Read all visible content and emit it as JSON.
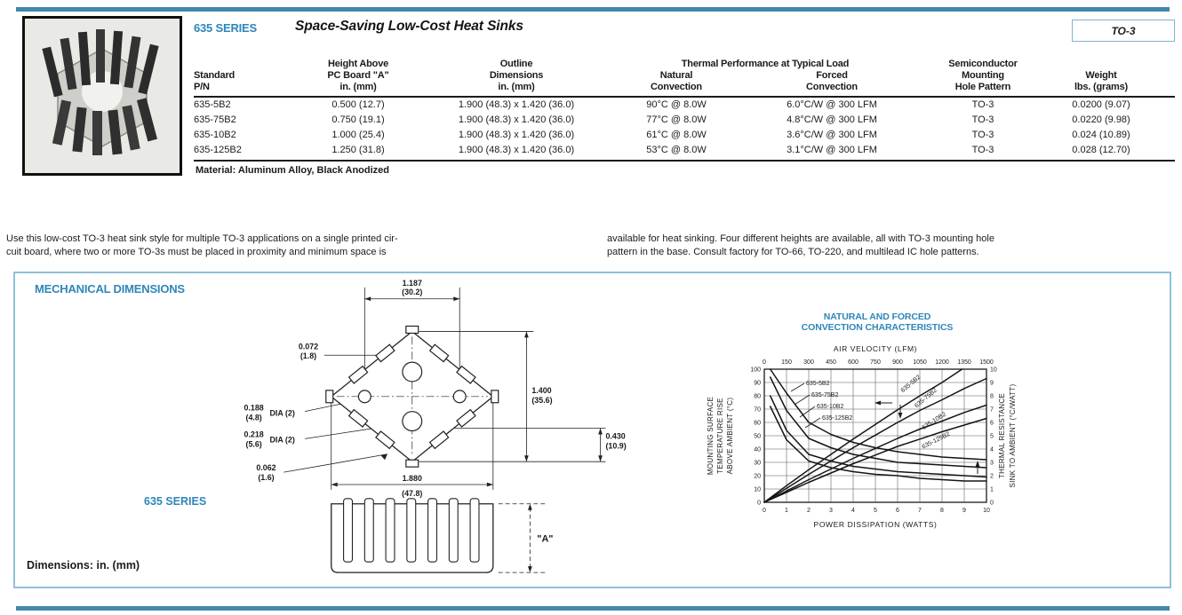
{
  "colors": {
    "accent_blue": "#2e86b8",
    "rule_bar": "#4287ac",
    "box_border": "#8fc0da",
    "text": "#1b1b1e"
  },
  "header": {
    "series": "635 SERIES",
    "title": "Space-Saving Low-Cost Heat Sinks",
    "badge": "TO-3"
  },
  "photo": {
    "label": "heat-sink-product-photo"
  },
  "table": {
    "headers": {
      "pn": "Standard\nP/N",
      "height": "Height Above\nPC Board \"A\"\nin. (mm)",
      "outline": "Outline\nDimensions\nin. (mm)",
      "thermal_group": "Thermal Performance at Typical Load",
      "natural": "Natural\nConvection",
      "forced": "Forced\nConvection",
      "mounting": "Semiconductor\nMounting\nHole Pattern",
      "weight": "Weight\nlbs. (grams)"
    },
    "rows": [
      [
        "635-5B2",
        "0.500 (12.7)",
        "1.900 (48.3) x 1.420 (36.0)",
        "90°C @ 8.0W",
        "6.0°C/W @ 300 LFM",
        "TO-3",
        "0.0200 (9.07)"
      ],
      [
        "635-75B2",
        "0.750 (19.1)",
        "1.900 (48.3) x 1.420 (36.0)",
        "77°C @ 8.0W",
        "4.8°C/W @ 300 LFM",
        "TO-3",
        "0.0220 (9.98)"
      ],
      [
        "635-10B2",
        "1.000 (25.4)",
        "1.900 (48.3) x 1.420 (36.0)",
        "61°C @ 8.0W",
        "3.6°C/W @ 300 LFM",
        "TO-3",
        "0.024 (10.89)"
      ],
      [
        "635-125B2",
        "1.250 (31.8)",
        "1.900 (48.3) x 1.420 (36.0)",
        "53°C @ 8.0W",
        "3.1°C/W @ 300 LFM",
        "TO-3",
        "0.028 (12.70)"
      ]
    ],
    "material_note": "Material: Aluminum Alloy, Black Anodized"
  },
  "description": {
    "col1": "Use this low-cost TO-3 heat sink style for multiple TO-3 applications on a single printed cir-\ncuit board, where two or more TO-3s must be placed in proximity and minimum space is",
    "col2": "available for heat sinking. Four different heights are available, all with TO-3 mounting hole\npattern in the base. Consult factory for TO-66, TO-220, and multilead IC hole patterns."
  },
  "mech": {
    "section_title": "MECHANICAL DIMENSIONS",
    "series_label": "635 SERIES",
    "dims_note": "Dimensions: in. (mm)",
    "a_label": "\"A\"",
    "dims": {
      "d1187": {
        "in": "1.187",
        "mm": "(30.2)"
      },
      "d0072": {
        "in": "0.072",
        "mm": "(1.8)"
      },
      "d1400": {
        "in": "1.400",
        "mm": "(35.6)"
      },
      "d0430": {
        "in": "0.430",
        "mm": "(10.9)"
      },
      "d0188": {
        "in": "0.188",
        "mm": "(4.8)",
        "suffix": "DIA (2)"
      },
      "d0218": {
        "in": "0.218",
        "mm": "(5.6)",
        "suffix": "DIA (2)"
      },
      "d0062": {
        "in": "0.062",
        "mm": "(1.6)"
      },
      "d1880": {
        "in": "1.880",
        "mm": "(47.8)"
      }
    }
  },
  "chart": {
    "title_line1": "NATURAL AND FORCED",
    "title_line2": "CONVECTION CHARACTERISTICS",
    "left_axis_lines": [
      "MOUNTING SURFACE",
      "TEMPERATURE RISE",
      "ABOVE AMBIENT (°C)"
    ],
    "right_axis_lines": [
      "THERMAL RESISTANCE",
      "SINK TO AMBIENT (°C/WATT)"
    ]
  },
  "chart_data": {
    "type": "line",
    "title": "NATURAL AND FORCED CONVECTION CHARACTERISTICS",
    "grid": true,
    "axes": {
      "top": {
        "label": "AIR VELOCITY (LFM)",
        "min": 0,
        "max": 1500,
        "ticks": [
          0,
          150,
          300,
          450,
          600,
          750,
          900,
          1050,
          1200,
          1350,
          1500
        ]
      },
      "bottom": {
        "label": "POWER DISSIPATION (WATTS)",
        "min": 0,
        "max": 10,
        "ticks": [
          0,
          1,
          2,
          3,
          4,
          5,
          6,
          7,
          8,
          9,
          10
        ]
      },
      "left": {
        "label": "MOUNTING SURFACE TEMPERATURE RISE ABOVE AMBIENT (°C)",
        "min": 0,
        "max": 100,
        "ticks": [
          0,
          10,
          20,
          30,
          40,
          50,
          60,
          70,
          80,
          90,
          100
        ]
      },
      "right": {
        "label": "THERMAL RESISTANCE SINK TO AMBIENT (°C/WATT)",
        "min": 0,
        "max": 10,
        "ticks": [
          0,
          1,
          2,
          3,
          4,
          5,
          6,
          7,
          8,
          9,
          10
        ]
      }
    },
    "natural_convection": {
      "x_axis": "bottom",
      "y_axis": "left",
      "series": [
        {
          "name": "635-5B2",
          "points": [
            [
              0,
              0
            ],
            [
              1,
              12.5
            ],
            [
              2,
              24.5
            ],
            [
              3,
              36
            ],
            [
              4,
              47.5
            ],
            [
              5,
              58.5
            ],
            [
              6,
              69.5
            ],
            [
              7,
              80
            ],
            [
              8,
              90
            ],
            [
              8.9,
              100
            ]
          ]
        },
        {
          "name": "635-75B2",
          "points": [
            [
              0,
              0
            ],
            [
              1,
              10.5
            ],
            [
              2,
              21
            ],
            [
              3,
              31
            ],
            [
              4,
              41
            ],
            [
              5,
              50.5
            ],
            [
              6,
              60
            ],
            [
              7,
              69
            ],
            [
              8,
              77
            ],
            [
              9,
              85.5
            ],
            [
              10,
              93
            ]
          ]
        },
        {
          "name": "635-10B2",
          "points": [
            [
              0,
              0
            ],
            [
              1,
              8.5
            ],
            [
              2,
              17
            ],
            [
              3,
              25
            ],
            [
              4,
              33
            ],
            [
              5,
              40.5
            ],
            [
              6,
              48
            ],
            [
              7,
              55
            ],
            [
              8,
              61
            ],
            [
              9,
              67.5
            ],
            [
              10,
              73
            ]
          ]
        },
        {
          "name": "635-125B2",
          "points": [
            [
              0,
              0
            ],
            [
              1,
              7.5
            ],
            [
              2,
              15
            ],
            [
              3,
              22
            ],
            [
              4,
              29
            ],
            [
              5,
              35.5
            ],
            [
              6,
              42
            ],
            [
              7,
              47.5
            ],
            [
              8,
              53
            ],
            [
              9,
              58
            ],
            [
              10,
              63
            ]
          ]
        }
      ]
    },
    "forced_convection": {
      "x_axis": "top",
      "y_axis": "right",
      "series": [
        {
          "name": "635-5B2",
          "points": [
            [
              40,
              10
            ],
            [
              150,
              8.2
            ],
            [
              300,
              6.0
            ],
            [
              450,
              5.1
            ],
            [
              600,
              4.5
            ],
            [
              750,
              4.1
            ],
            [
              900,
              3.8
            ],
            [
              1050,
              3.6
            ],
            [
              1200,
              3.4
            ],
            [
              1350,
              3.3
            ],
            [
              1500,
              3.2
            ]
          ]
        },
        {
          "name": "635-75B2",
          "points": [
            [
              40,
              9.4
            ],
            [
              150,
              6.9
            ],
            [
              300,
              4.8
            ],
            [
              450,
              4.1
            ],
            [
              600,
              3.6
            ],
            [
              750,
              3.3
            ],
            [
              900,
              3.0
            ],
            [
              1050,
              2.9
            ],
            [
              1200,
              2.8
            ],
            [
              1350,
              2.7
            ],
            [
              1500,
              2.6
            ]
          ]
        },
        {
          "name": "635-10B2",
          "points": [
            [
              40,
              8.0
            ],
            [
              150,
              5.4
            ],
            [
              300,
              3.6
            ],
            [
              450,
              3.1
            ],
            [
              600,
              2.7
            ],
            [
              750,
              2.5
            ],
            [
              900,
              2.3
            ],
            [
              1050,
              2.2
            ],
            [
              1200,
              2.1
            ],
            [
              1350,
              2.0
            ],
            [
              1500,
              1.9
            ]
          ]
        },
        {
          "name": "635-125B2",
          "points": [
            [
              40,
              7.2
            ],
            [
              150,
              4.7
            ],
            [
              300,
              3.1
            ],
            [
              450,
              2.6
            ],
            [
              600,
              2.3
            ],
            [
              750,
              2.1
            ],
            [
              900,
              2.0
            ],
            [
              1050,
              1.8
            ],
            [
              1200,
              1.7
            ],
            [
              1350,
              1.6
            ],
            [
              1500,
              1.6
            ]
          ]
        }
      ]
    }
  }
}
